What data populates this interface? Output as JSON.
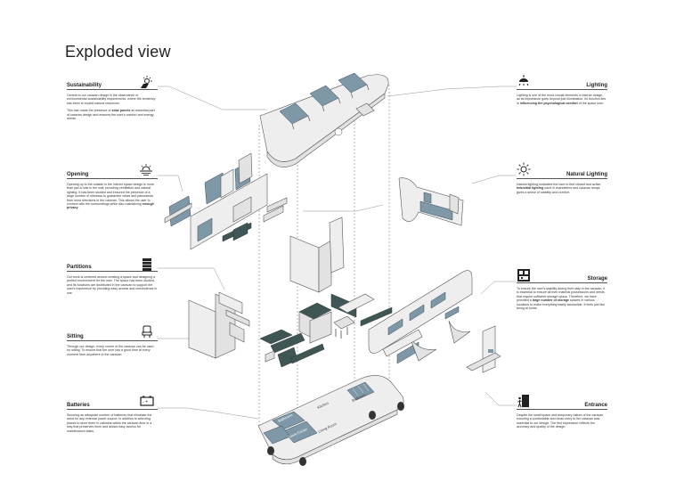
{
  "title": "Exploded view",
  "sections": {
    "sustainability": {
      "heading": "Sustainability",
      "p1": "Central to our caravan design is the observance of environmental sustainability requirements, where the tendency has been to exploit natural resources.",
      "p2_pre": "This has made the presence of ",
      "p2_bold": "solar panels",
      "p2_post": " an essential part of caravan design and ensures the user's comfort and energy needs."
    },
    "opening": {
      "heading": "Opening",
      "p_pre": "Opening up to the outside in the interior space design is more than just a hole in the wall, providing ventilation and natural lighting. It has been studied and ensured the presence of a large number of windows to guarantee views and panoramas from most directions in the caravan. This allows the user to connect with the surroundings while also maintaining ",
      "p_bold": "enough privacy",
      "p_post": "."
    },
    "partitions": {
      "heading": "Partitions",
      "p": "Our work is centered around creating a space and designing a perfect environment for the user. The space has been studied, and its functions are distributed in the caravan to support the user's experience by providing easy access and convenience in use."
    },
    "sitting": {
      "heading": "Sitting",
      "p": "Through our design, every corner of the caravan can be used for sitting. To ensure that the user has a good time at every moment from anywhere in the caravan."
    },
    "batteries": {
      "heading": "Batteries",
      "p": "Securing an adequate number of batteries that eliminate the need for any external power source, in addition to selecting places to store them in cabinets within the caravan floor in a way that preserves them and allows easy access for maintenance tasks."
    },
    "lighting": {
      "heading": "Lighting",
      "p_pre": "Lighting is one of the most crucial elements in interior design, as its importance goes beyond just illumination. Its function lies in ",
      "p_bold": "influencing the psychological comfort",
      "p_post": " of the space user."
    },
    "natural_lighting": {
      "heading": "Natural Lighting",
      "p_pre": "Natural lighting motivates the user to feel vibrant and active. ",
      "p_bold": "Industrial lighting",
      "p_post": " used in chandeliers and caravan lamps gives a sense of stability and comfort."
    },
    "storage": {
      "heading": "Storage",
      "p_pre": "To ensure the user's stability during their stay in the caravan, it is essential to ensure all their material possessions and needs that require sufficient storage space. Therefore, we have provided a ",
      "p_bold": "large number of storage",
      "p_post": " spaces in various locations to make everything easily accessible. It feels just like being at home."
    },
    "entrance": {
      "heading": "Entrance",
      "p": "Despite the small space and temporary nature of the caravan, ensuring a comfortable and clean entry to the caravan was essential to our design. The first impression reflects the accuracy and quality of the design."
    }
  },
  "floor_labels": {
    "bedroom": "Bedroom",
    "kitchen": "Kitchen",
    "living_room": "Living Room",
    "workspace": "Work Corner",
    "bath": "Bathroom"
  },
  "icons": {
    "sustainability": "solar-sun-icon",
    "opening": "window-sun-icon",
    "partitions": "shelves-icon",
    "sitting": "chair-icon",
    "batteries": "battery-icon",
    "lighting": "bulb-icon",
    "natural_lighting": "sun-icon",
    "storage": "storage-icon",
    "entrance": "door-icon"
  },
  "colors": {
    "glass": "#7f98a8",
    "dark": "#3f5654",
    "wall": "#eeeeee",
    "line": "#555555"
  }
}
